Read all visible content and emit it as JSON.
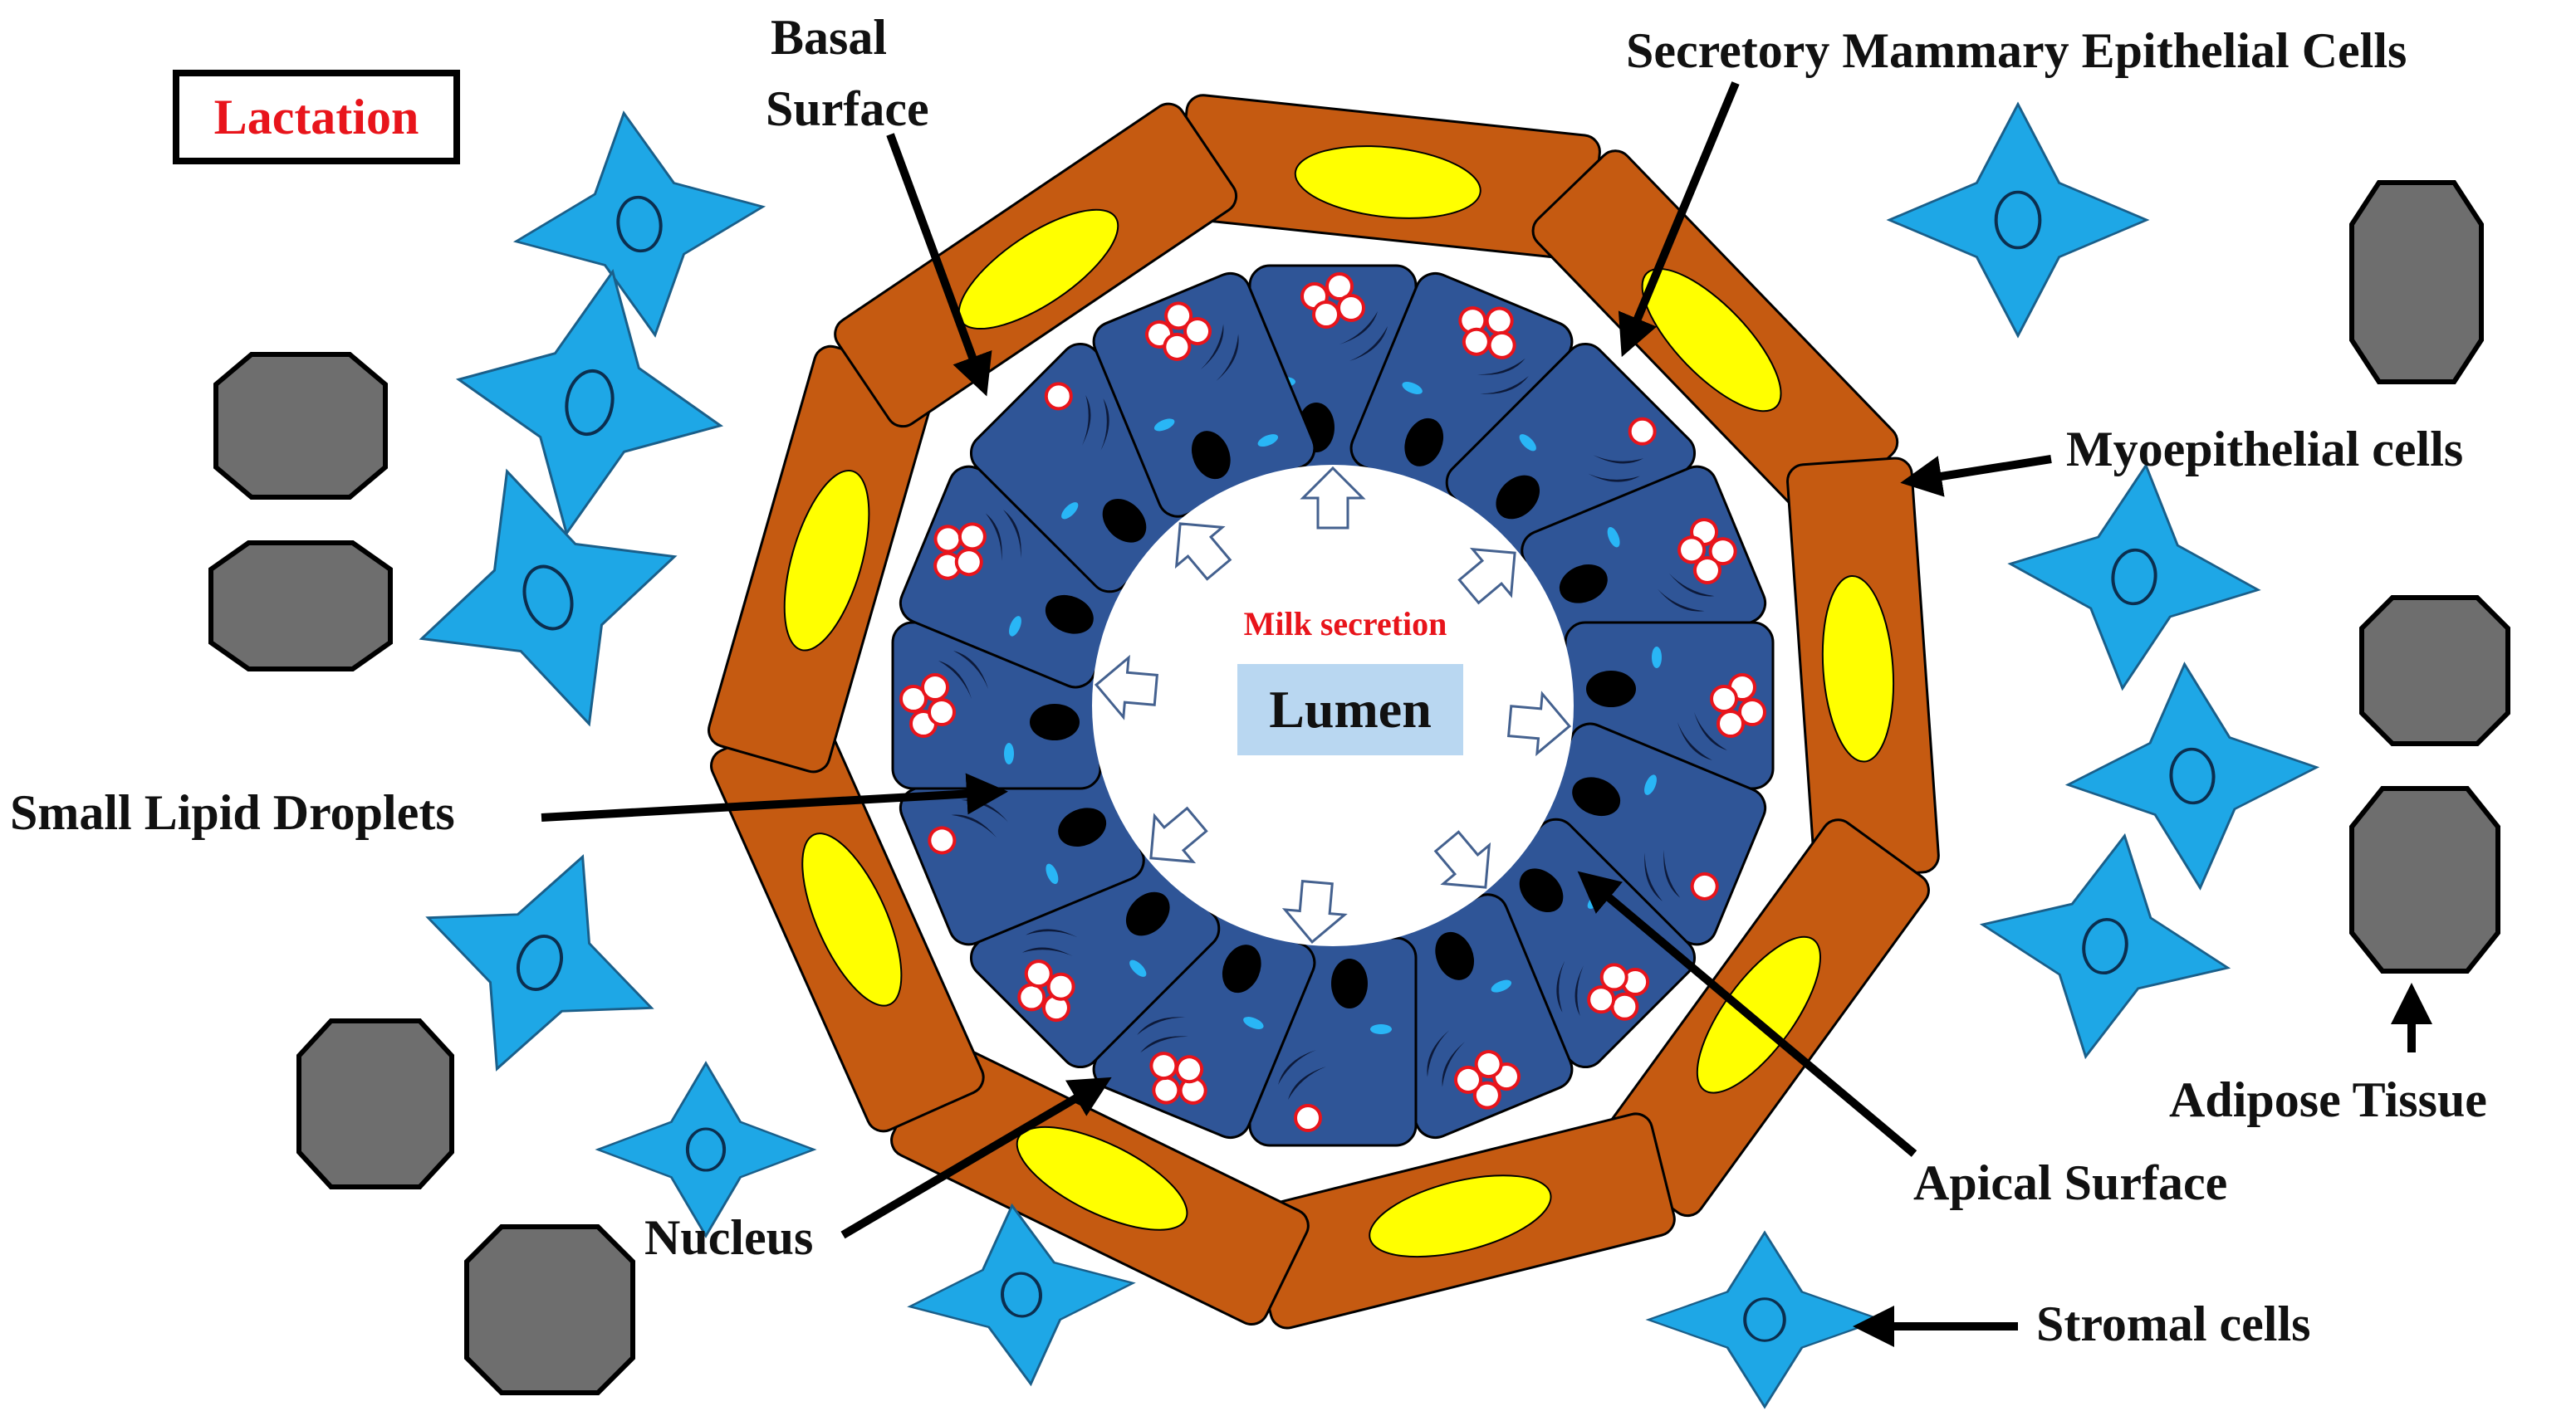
{
  "title": "Lactation",
  "lumen_label": "Lumen",
  "milk_secretion_label": "Milk secretion",
  "labels": {
    "basal_surface_line1": "Basal",
    "basal_surface_line2": "Surface",
    "secretory_cells": "Secretory Mammary  Epithelial Cells",
    "myoepithelial": "Myoepithelial cells",
    "small_lipid": "Small Lipid Droplets",
    "adipose": "Adipose Tissue",
    "apical": "Apical Surface",
    "nucleus": "Nucleus",
    "stromal": "Stromal cells"
  },
  "colors": {
    "myoepithelial_cell": "#c55a11",
    "myoepithelial_nucleus": "#ffff00",
    "secretory_cell": "#2f5597",
    "nucleus": "#000000",
    "stromal_cell": "#1ea7e6",
    "adipose_cell": "#6e6e6e",
    "lipid_droplet_outline": "#e8141b",
    "title_text": "#e8141b",
    "lumen_box": "#b9d7f1"
  }
}
